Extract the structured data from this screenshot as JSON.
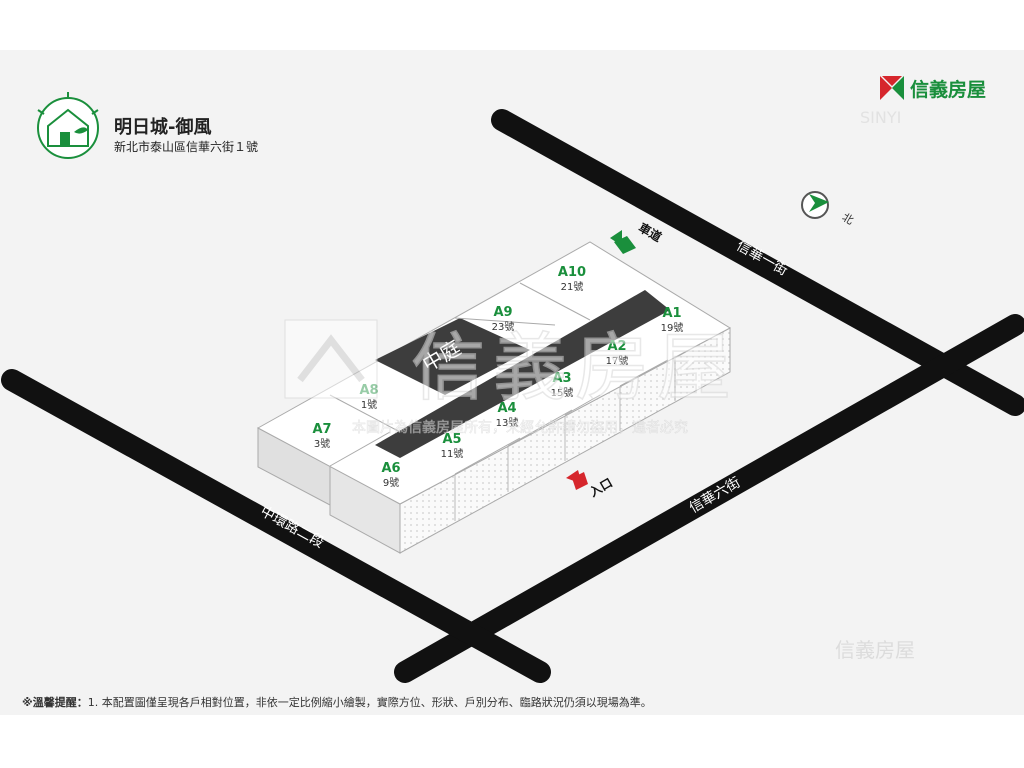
{
  "project": {
    "name": "明日城-御風",
    "address": "新北市泰山區信華六街１號"
  },
  "brand": {
    "name": "信義房屋",
    "watermark_latin": "SINYI",
    "watermark_notice": "本圖片為信義房屋所有，未經允許請勿盜用，違者必究",
    "colors": {
      "green": "#1a8f3c",
      "red": "#d6262c",
      "road": "#111111"
    }
  },
  "roads": {
    "xinhua_1": "信華一街",
    "xinhua_6": "信華六街",
    "zhonghuan_2": "中環路二段"
  },
  "labels": {
    "driveway": "車道",
    "courtyard": "中庭",
    "entrance": "入口",
    "north": "北"
  },
  "icons": {
    "logo": "house-leaf-logo-icon",
    "north": "north-compass-icon",
    "driveway": "driveway-arrow-icon",
    "entrance": "entrance-arrow-icon"
  },
  "units": [
    {
      "id": "A1",
      "number": "19號"
    },
    {
      "id": "A2",
      "number": "17號"
    },
    {
      "id": "A3",
      "number": "15號"
    },
    {
      "id": "A4",
      "number": "13號"
    },
    {
      "id": "A5",
      "number": "11號"
    },
    {
      "id": "A6",
      "number": "9號"
    },
    {
      "id": "A7",
      "number": "3號"
    },
    {
      "id": "A8",
      "number": "1號"
    },
    {
      "id": "A9",
      "number": "23號"
    },
    {
      "id": "A10",
      "number": "21號"
    }
  ],
  "notice": {
    "prefix": "※溫馨提醒：",
    "text": "1. 本配置圖僅呈現各戶相對位置，非依一定比例縮小繪製，實際方位、形狀、戶別分布、臨路狀況仍須以現場為準。"
  }
}
